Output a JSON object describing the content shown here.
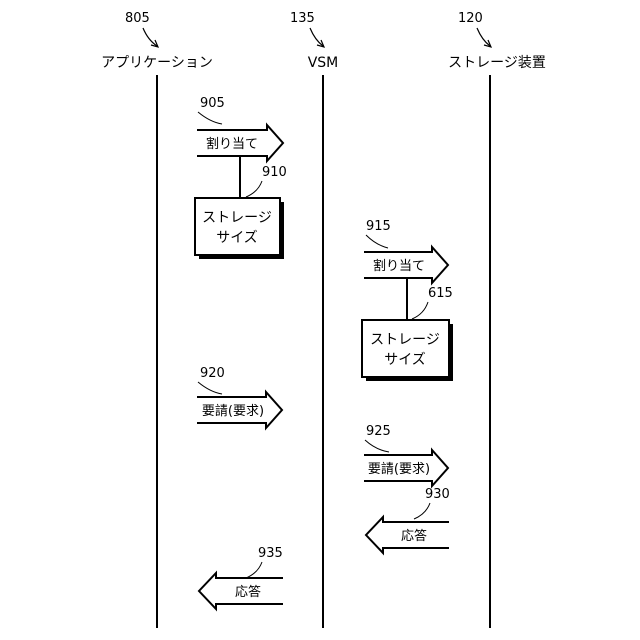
{
  "lifelines": [
    {
      "ref": "805",
      "label": "アプリケーション"
    },
    {
      "ref": "135",
      "label": "VSM"
    },
    {
      "ref": "120",
      "label": "ストレージ装置"
    }
  ],
  "messages": [
    {
      "ref": "905",
      "label": "割り当て"
    },
    {
      "ref": "915",
      "label": "割り当て"
    },
    {
      "ref": "920",
      "label": "要請(要求)"
    },
    {
      "ref": "925",
      "label": "要請(要求)"
    },
    {
      "ref": "930",
      "label": "応答"
    },
    {
      "ref": "935",
      "label": "応答"
    }
  ],
  "boxes": [
    {
      "ref": "910",
      "line1": "ストレージ",
      "line2": "サイズ"
    },
    {
      "ref": "615",
      "line1": "ストレージ",
      "line2": "サイズ"
    }
  ]
}
